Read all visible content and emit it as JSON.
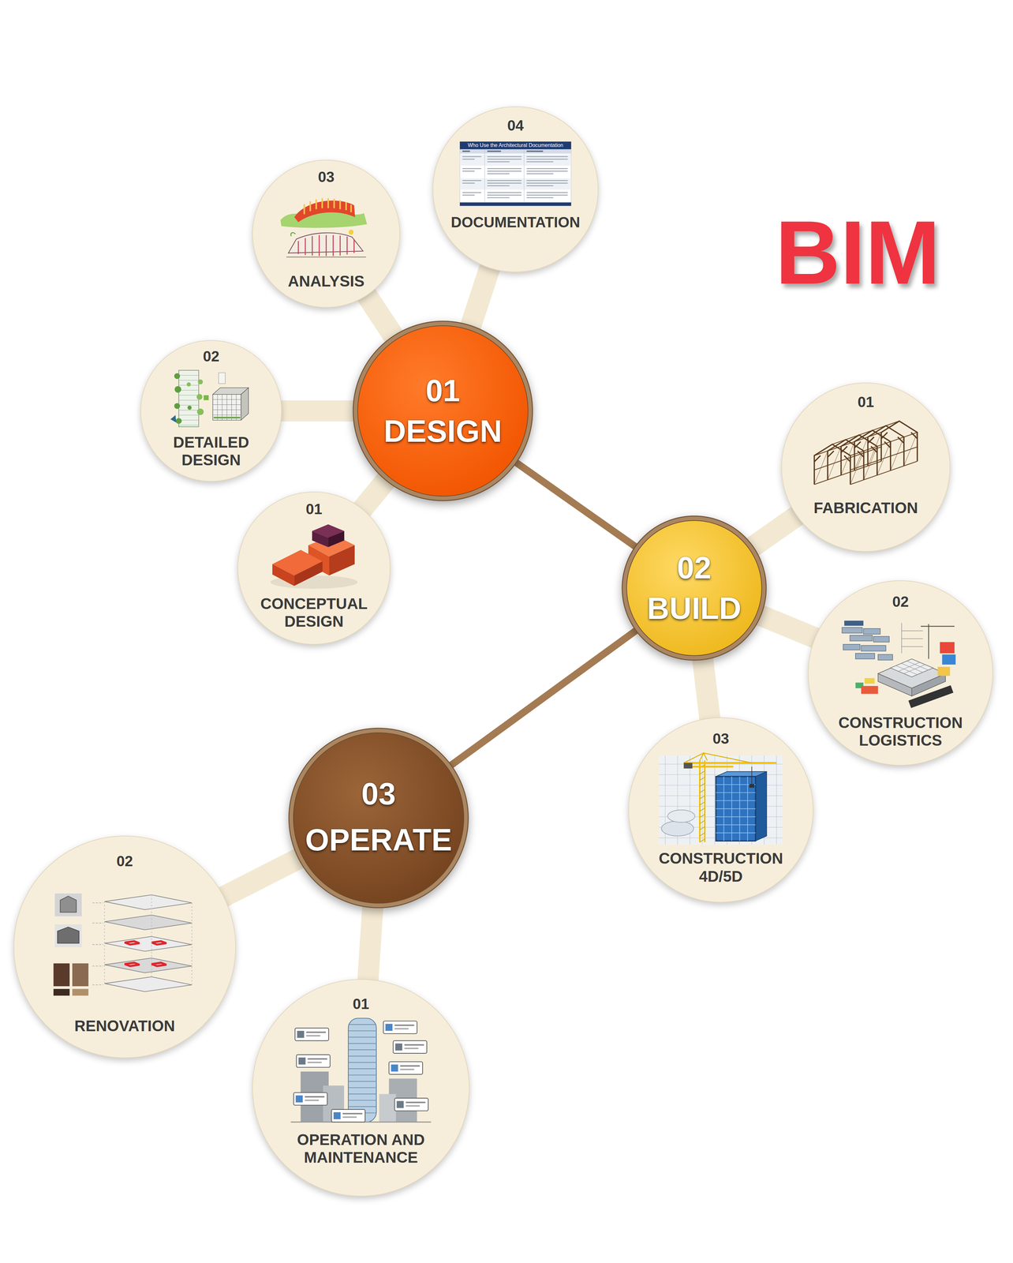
{
  "diagram": {
    "title": "BIM",
    "nodes": [
      {
        "text": [
          "01",
          "DESIGN"
        ]
      },
      {
        "text": [
          "01",
          "CONCEPTUAL DESIGN"
        ]
      },
      {
        "text": [
          "02",
          "DETAILED DESIGN"
        ]
      },
      {
        "text": [
          "03",
          "ANALYSIS"
        ]
      },
      {
        "text": [
          "04",
          "DOCUMENTATION"
        ]
      },
      {
        "text": [
          "02",
          "BUILD"
        ]
      },
      {
        "text": [
          "01",
          "FABRICATION"
        ]
      },
      {
        "text": [
          "02",
          "CONSTRUCTION LOGISTICS"
        ]
      },
      {
        "text": [
          "03",
          "CONSTRUCTION 4D/5D"
        ]
      },
      {
        "text": [
          "03",
          "OPERATE"
        ]
      },
      {
        "text": [
          "01",
          "OPERATION AND MAINTENANCE"
        ]
      },
      {
        "text": [
          "02",
          "RENOVATION"
        ]
      }
    ],
    "edges": [
      {
        "from": 0,
        "to": 5,
        "arrow": "none"
      },
      {
        "from": 5,
        "to": 9,
        "arrow": "none"
      },
      {
        "from": 0,
        "to": 1,
        "arrow": "none"
      },
      {
        "from": 0,
        "to": 2,
        "arrow": "none"
      },
      {
        "from": 0,
        "to": 3,
        "arrow": "none"
      },
      {
        "from": 0,
        "to": 4,
        "arrow": "none"
      },
      {
        "from": 5,
        "to": 6,
        "arrow": "none"
      },
      {
        "from": 5,
        "to": 7,
        "arrow": "none"
      },
      {
        "from": 5,
        "to": 8,
        "arrow": "none"
      },
      {
        "from": 9,
        "to": 10,
        "arrow": "none"
      },
      {
        "from": 9,
        "to": 11,
        "arrow": "none"
      }
    ],
    "labels": [
      "Who Use the Architectural Documentation"
    ]
  }
}
